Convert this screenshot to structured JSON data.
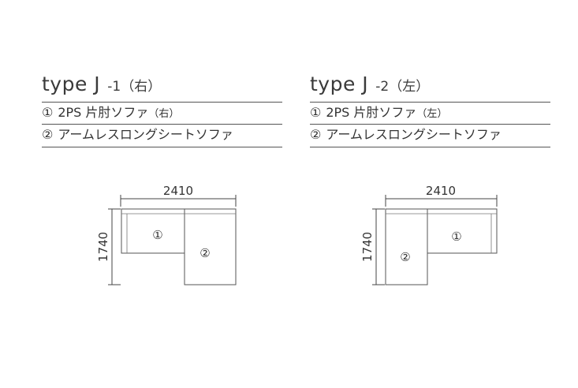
{
  "panels": [
    {
      "title": "type J",
      "suffix": "-1（右）",
      "items": [
        {
          "num": "①",
          "text": "2PS 片肘ソファ",
          "note": "（右）"
        },
        {
          "num": "②",
          "text": "アームレスロングシートソファ",
          "note": ""
        }
      ],
      "width_label": "2410",
      "depth_label": "1740",
      "piece_labels": [
        "①",
        "②"
      ]
    },
    {
      "title": "type J",
      "suffix": "-2（左）",
      "items": [
        {
          "num": "①",
          "text": "2PS 片肘ソファ",
          "note": "（左）"
        },
        {
          "num": "②",
          "text": "アームレスロングシートソファ",
          "note": ""
        }
      ],
      "width_label": "2410",
      "depth_label": "1740",
      "piece_labels": [
        "①",
        "②"
      ]
    }
  ]
}
